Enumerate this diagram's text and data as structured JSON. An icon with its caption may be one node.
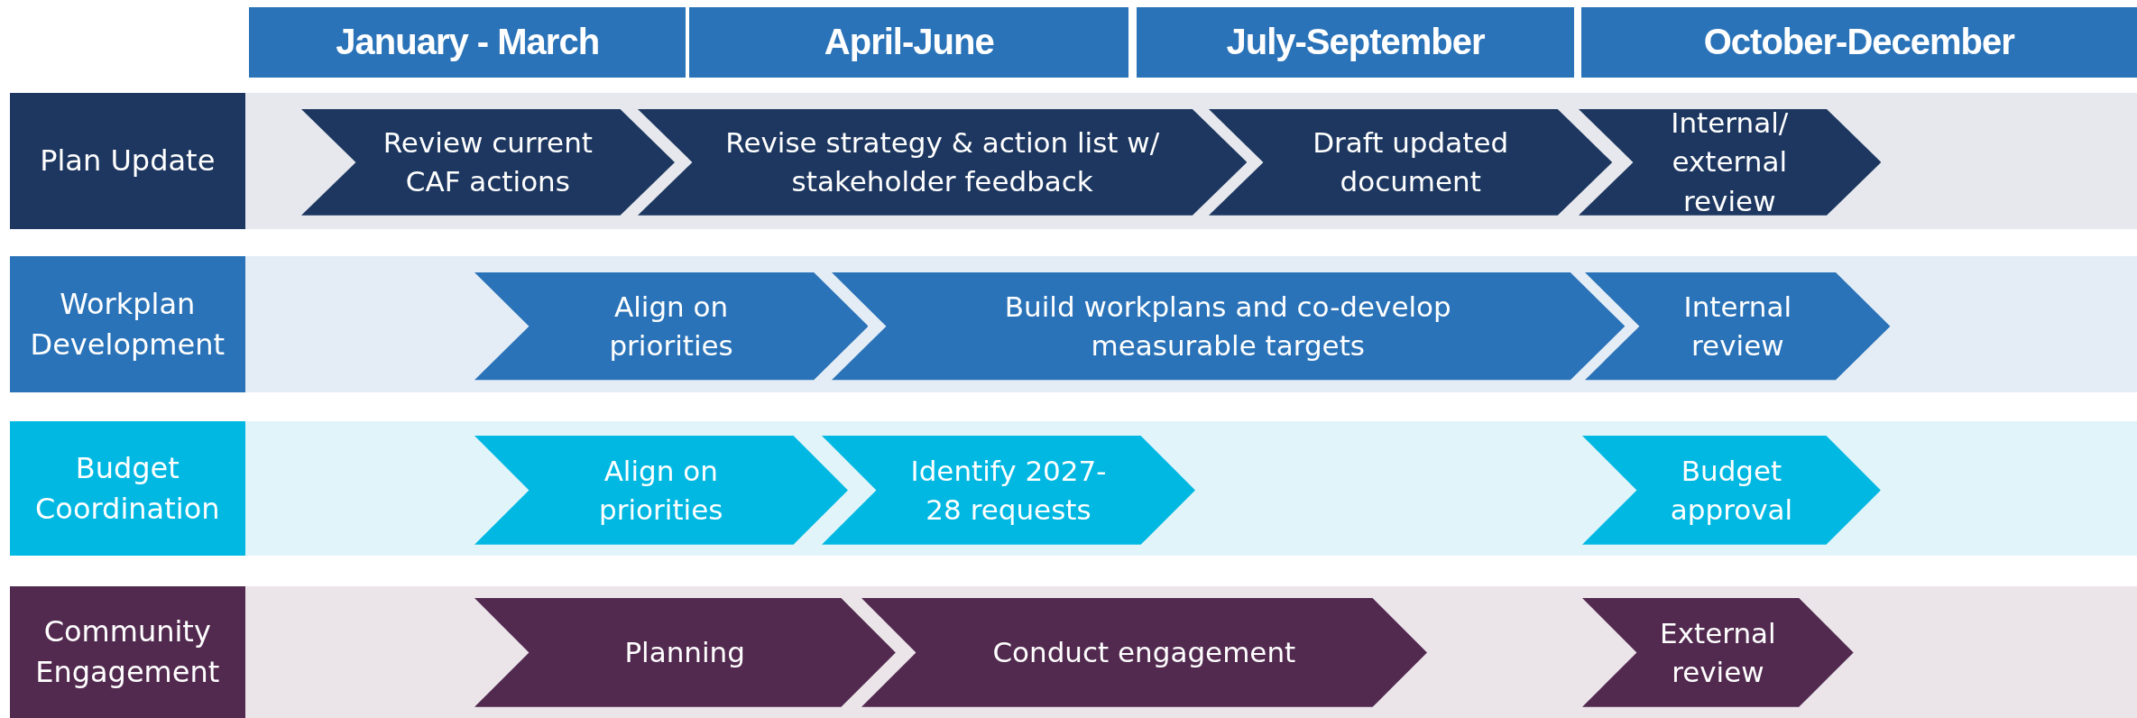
{
  "diagram": {
    "nodes": [
      {
        "text": [
          "January - March"
        ]
      },
      {
        "text": [
          "April-June"
        ]
      },
      {
        "text": [
          "July-September"
        ]
      },
      {
        "text": [
          "October-December"
        ]
      },
      {
        "text": [
          "Plan Update"
        ]
      },
      {
        "text": [
          "Review current CAF actions"
        ]
      },
      {
        "text": [
          "Revise strategy & action list w/ stakeholder feedback"
        ]
      },
      {
        "text": [
          "Draft updated document"
        ]
      },
      {
        "text": [
          "Internal/ external review"
        ]
      },
      {
        "text": [
          "Workplan Development"
        ]
      },
      {
        "text": [
          "Align on priorities"
        ]
      },
      {
        "text": [
          "Build workplans and co-develop measurable targets"
        ]
      },
      {
        "text": [
          "Internal review"
        ]
      },
      {
        "text": [
          "Budget Coordination"
        ]
      },
      {
        "text": [
          "Align on priorities"
        ]
      },
      {
        "text": [
          "Identify 2027-28 requests"
        ]
      },
      {
        "text": [
          "Budget approval"
        ]
      },
      {
        "text": [
          "Community Engagement"
        ]
      },
      {
        "text": [
          "Planning"
        ]
      },
      {
        "text": [
          "Conduct engagement"
        ]
      },
      {
        "text": [
          "External review"
        ]
      }
    ]
  }
}
